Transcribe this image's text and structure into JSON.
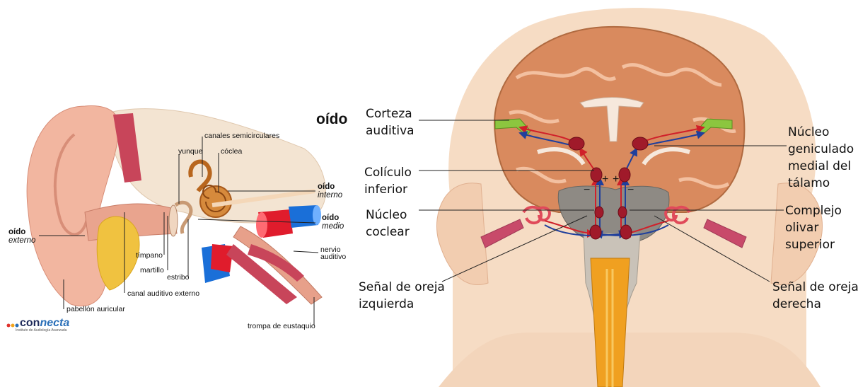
{
  "title": "oído",
  "ear_labels": {
    "semicircular_canals": "canales semicirculares",
    "anvil": "yunque",
    "cochlea": "cóclea",
    "inner_ear_1": "oído",
    "inner_ear_2": "interno",
    "middle_ear_1": "oído",
    "middle_ear_2": "medio",
    "outer_ear_1": "oído",
    "outer_ear_2": "externo",
    "eardrum": "tímpano",
    "hammer": "martillo",
    "stirrup": "estribo",
    "nerve_1": "nervio",
    "nerve_2": "auditivo",
    "ear_canal": "canal auditivo externo",
    "pinna": "pabellón auricular",
    "eustachian": "trompa de eustaquio"
  },
  "logo": {
    "name_a": "con",
    "name_b": "necta",
    "tagline": "Instituto de Audiología Avanzada"
  },
  "brain_labels": {
    "cortex_1": "Corteza",
    "cortex_2": "auditiva",
    "colliculus_1": "Colículo",
    "colliculus_2": "inferior",
    "cochlear_1": "Núcleo",
    "cochlear_2": "coclear",
    "left_signal_1": "Señal de oreja",
    "left_signal_2": "izquierda",
    "geniculate_1": "Núcleo",
    "geniculate_2": "geniculado",
    "geniculate_3": "medial del",
    "geniculate_4": "tálamo",
    "olivary_1": "Complejo",
    "olivary_2": "olivar",
    "olivary_3": "superior",
    "right_signal_1": "Señal de oreja",
    "right_signal_2": "derecha"
  },
  "signs": {
    "plus": "+",
    "minus": "−"
  },
  "colors": {
    "brain": "#d98a5e",
    "skin": "#f6dcc4",
    "stem": "#f0a020",
    "red_path": "#d0202a",
    "blue_path": "#1f3f9c"
  }
}
